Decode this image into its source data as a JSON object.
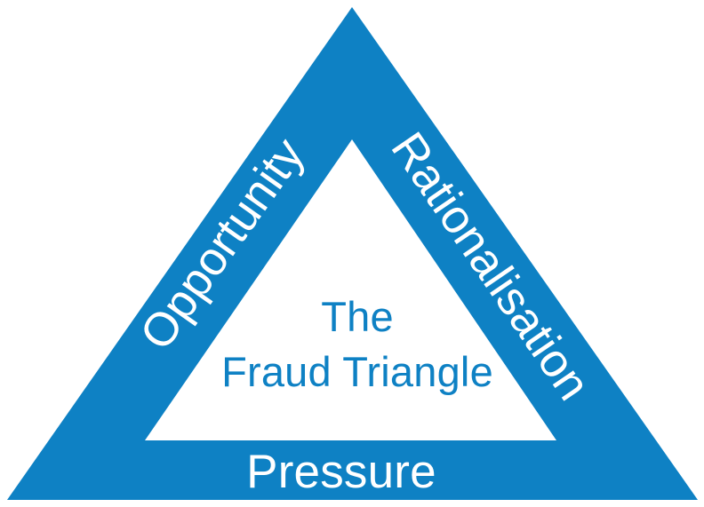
{
  "diagram": {
    "name": "The Fraud Triangle",
    "type": "triangle-diagram",
    "center_title_line1": "The",
    "center_title_line2": "Fraud Triangle",
    "edges": [
      {
        "id": "left",
        "label": "Opportunity",
        "text_color": "#FFFFFF",
        "rotation_deg": -54.7
      },
      {
        "id": "right",
        "label": "Rationalisation",
        "text_color": "#FFFFFF",
        "rotation_deg": 55.6
      },
      {
        "id": "bottom",
        "label": "Pressure",
        "text_color": "#FFFFFF",
        "rotation_deg": 0
      }
    ],
    "colors": {
      "band": "#0E81C4",
      "interior": "#FFFFFF",
      "background": "#FFFFFF",
      "center_text": "#0E81C4",
      "edge_text": "#FFFFFF"
    },
    "geometry": {
      "outer_apex": "396,8",
      "outer_bottom_left": "8,563",
      "outer_bottom_right": "785,563",
      "inner_apex": "396,157",
      "inner_bottom_left": "163,496",
      "inner_bottom_right": "626,496"
    }
  }
}
